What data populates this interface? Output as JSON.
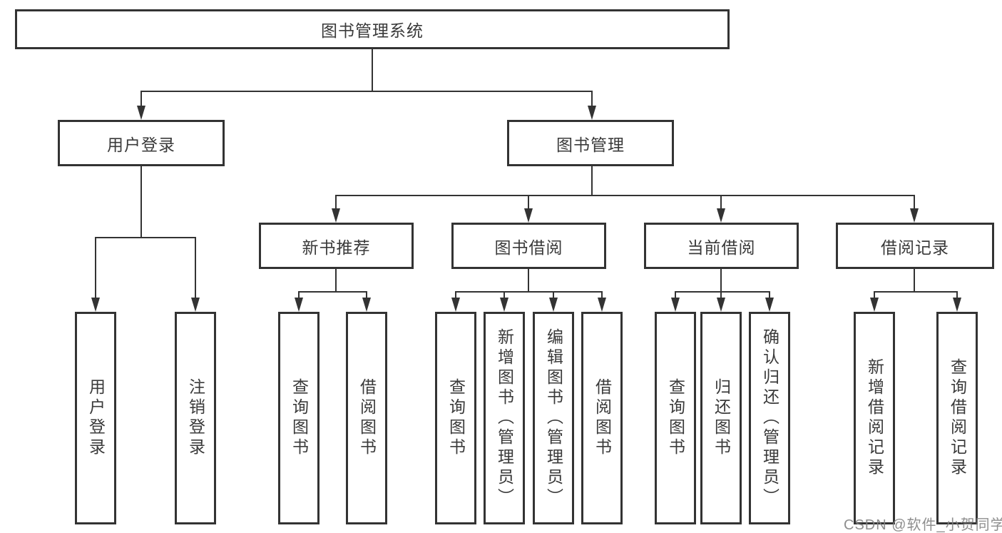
{
  "diagram": {
    "root": {
      "label": "图书管理系统"
    },
    "level2": {
      "user_login": {
        "label": "用户登录"
      },
      "book_mgmt": {
        "label": "图书管理"
      }
    },
    "level3": {
      "new_books": {
        "label": "新书推荐"
      },
      "book_borrow": {
        "label": "图书借阅"
      },
      "current_borrow": {
        "label": "当前借阅"
      },
      "borrow_records": {
        "label": "借阅记录"
      }
    },
    "leaves": {
      "login": {
        "label": "用户登录"
      },
      "logout": {
        "label": "注销登录"
      },
      "nb_query": {
        "label": "查询图书"
      },
      "nb_borrow": {
        "label": "借阅图书"
      },
      "bb_query": {
        "label": "查询图书"
      },
      "bb_add": {
        "label": "新增图书（管理员）"
      },
      "bb_edit": {
        "label": "编辑图书（管理员）"
      },
      "bb_borrow": {
        "label": "借阅图书"
      },
      "cb_query": {
        "label": "查询图书"
      },
      "cb_return": {
        "label": "归还图书"
      },
      "cb_confirm": {
        "label": "确认归还（管理员）"
      },
      "br_add": {
        "label": "新增借阅记录"
      },
      "br_query": {
        "label": "查询借阅记录"
      }
    }
  },
  "watermark": "CSDN @软件_小贺同学",
  "colors": {
    "line": "#333333",
    "text": "#3a3a3a",
    "watermark": "#828282",
    "background": "#ffffff"
  }
}
